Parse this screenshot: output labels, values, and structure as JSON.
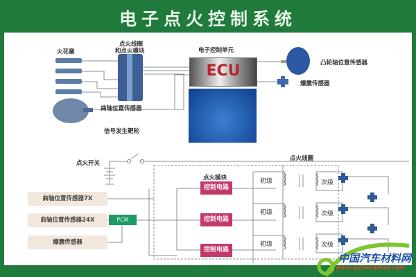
{
  "title": "电子点火控制系统",
  "top_diagram": {
    "spark_plug_label": "火花塞",
    "coil_label_line1": "点火线圈",
    "coil_label_line2": "和点火模块",
    "crank_sensor_label": "曲轴位置传感器",
    "signal_wheel_label": "信号发生靶轮",
    "ecu_caption": "电子控制单元",
    "ecu_text": "ECU",
    "cam_sensor_label": "凸轮轴位置传感器",
    "knock_sensor_label": "爆震传感器"
  },
  "bottom_diagram": {
    "ignition_switch_label": "点火开关",
    "ignition_coil_label": "点火线圈",
    "ignition_module_label": "点火模块",
    "sensors": [
      "曲轴位置传感器7X",
      "曲轴位置传感器24X",
      "爆震传感器"
    ],
    "pcm_label": "PCM",
    "control_circuits": [
      "控制电路",
      "控制电路",
      "控制电路"
    ],
    "primary_labels": [
      "初级",
      "初级",
      "初级"
    ],
    "secondary_labels": [
      "次级",
      "次级",
      "次级"
    ]
  },
  "watermark": {
    "name": "中国汽车材料网",
    "url": "www.qichecailiao.com"
  },
  "colors": {
    "frame_green": "#1f7a3c",
    "ecu_red": "#b5232b",
    "control_circuit": "#c23a6b",
    "pcm_green": "#1f9a66",
    "sensor_box": "#f1e7dc"
  }
}
